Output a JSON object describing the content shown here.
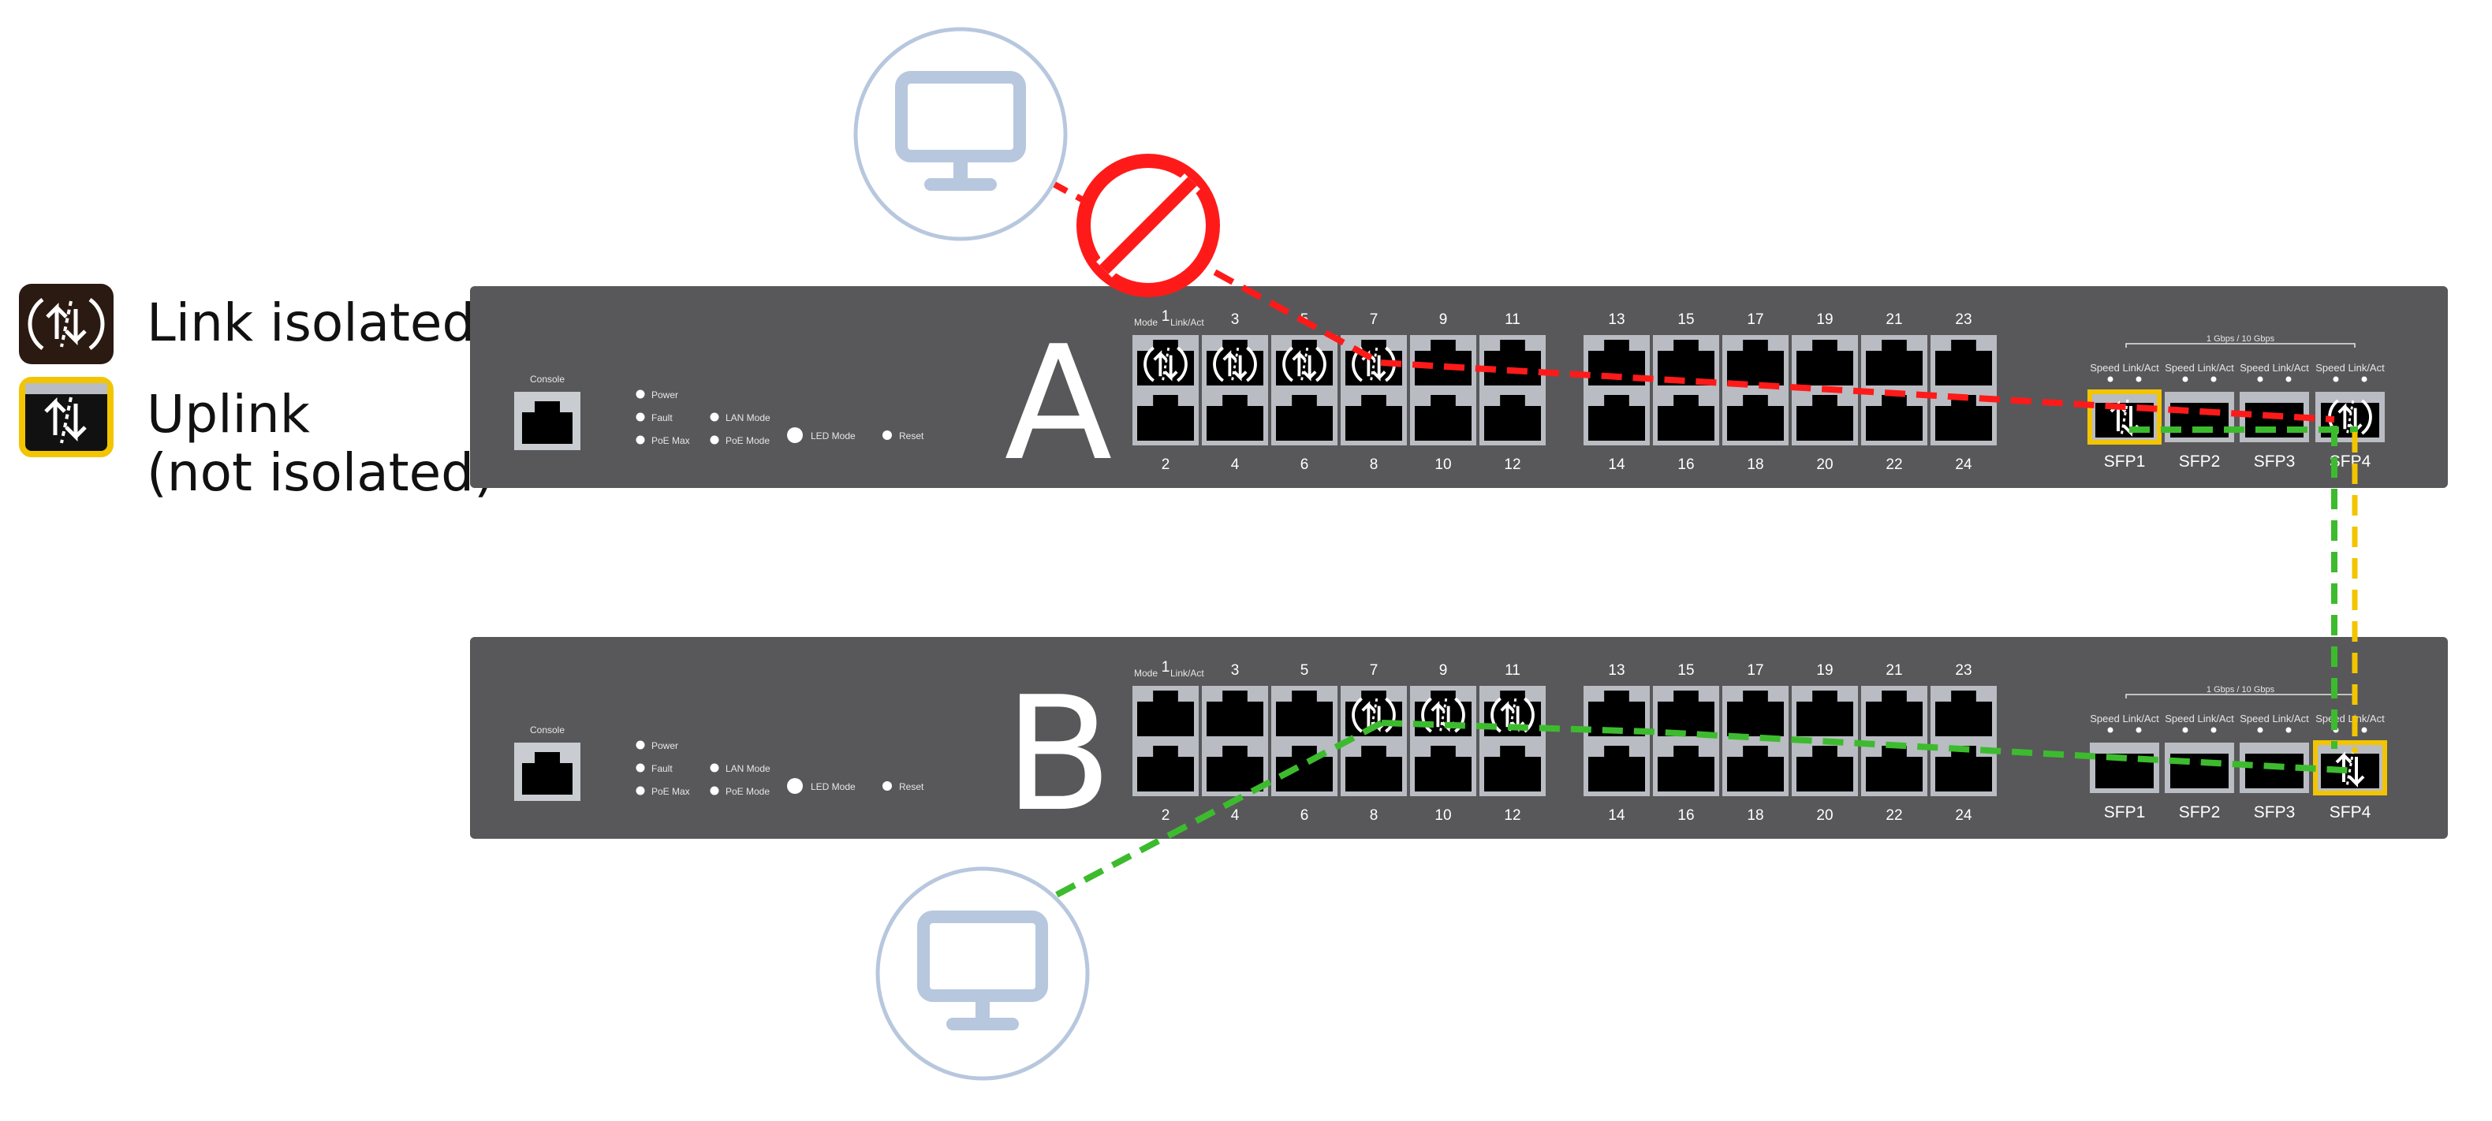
{
  "legend": {
    "isolated_label": "Link isolated",
    "uplink_label_line1": "Uplink",
    "uplink_label_line2": "(not isolated)",
    "isolated_icon": "link-isolated-icon",
    "uplink_icon": "uplink-icon"
  },
  "colors": {
    "chassis": "#58585a",
    "port_frame": "#b9bcc2",
    "port_hole": "#000000",
    "blocked": "#ff1a1a",
    "allowed": "#3dbb2e",
    "uplink": "#f2c500",
    "computer": "#b7c7de"
  },
  "switches": [
    {
      "id": "A",
      "label": "A",
      "console_label": "Console",
      "leds": [
        "Power",
        "Fault",
        "PoE Max",
        "LAN Mode",
        "PoE Mode",
        "LED Mode",
        "Reset"
      ],
      "mode_label": "Mode",
      "link_act_label": "Link/Act",
      "top_numbers": [
        "1",
        "3",
        "5",
        "7",
        "9",
        "11",
        "13",
        "15",
        "17",
        "19",
        "21",
        "23"
      ],
      "bottom_numbers": [
        "2",
        "4",
        "6",
        "8",
        "10",
        "12",
        "14",
        "16",
        "18",
        "20",
        "22",
        "24"
      ],
      "sfp_speed_label": "1 Gbps / 10 Gbps",
      "sfp_led_label": "Speed Link/Act",
      "sfp_names": [
        "SFP1",
        "SFP2",
        "SFP3",
        "SFP4"
      ],
      "isolated_ports": [
        "1",
        "3",
        "5",
        "7",
        "SFP4"
      ],
      "uplink_ports": [
        "SFP1"
      ]
    },
    {
      "id": "B",
      "label": "B",
      "console_label": "Console",
      "leds": [
        "Power",
        "Fault",
        "PoE Max",
        "LAN Mode",
        "PoE Mode",
        "LED Mode",
        "Reset"
      ],
      "mode_label": "Mode",
      "link_act_label": "Link/Act",
      "top_numbers": [
        "1",
        "3",
        "5",
        "7",
        "9",
        "11",
        "13",
        "15",
        "17",
        "19",
        "21",
        "23"
      ],
      "bottom_numbers": [
        "2",
        "4",
        "6",
        "8",
        "10",
        "12",
        "14",
        "16",
        "18",
        "20",
        "22",
        "24"
      ],
      "sfp_speed_label": "1 Gbps / 10 Gbps",
      "sfp_led_label": "Speed Link/Act",
      "sfp_names": [
        "SFP1",
        "SFP2",
        "SFP3",
        "SFP4"
      ],
      "isolated_ports": [
        "7",
        "9",
        "11"
      ],
      "uplink_ports": [
        "SFP4"
      ]
    }
  ]
}
